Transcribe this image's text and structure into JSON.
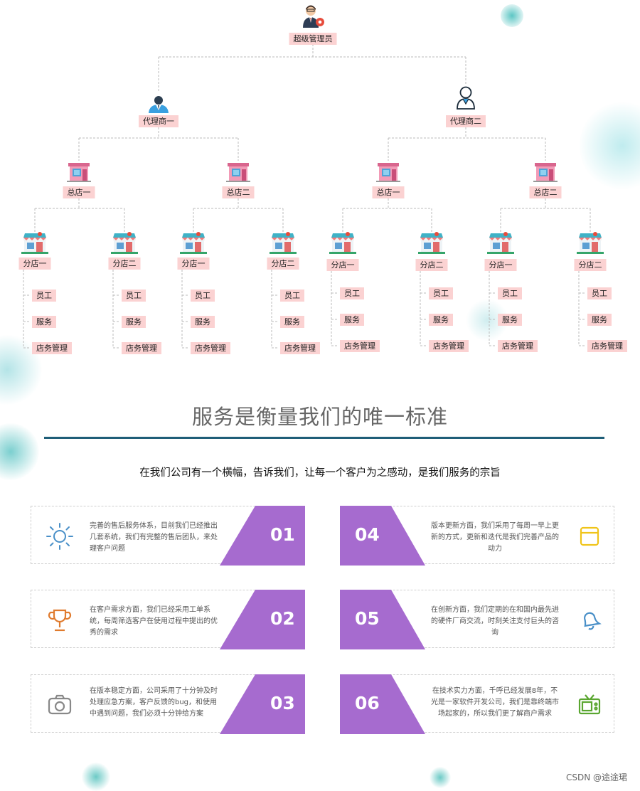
{
  "root": {
    "label": "超级管理员"
  },
  "agents": [
    {
      "label": "代理商一",
      "stores": [
        {
          "label": "总店一",
          "branches": [
            {
              "label": "分店一",
              "leaves": [
                "员工",
                "服务",
                "店务管理"
              ]
            },
            {
              "label": "分店二",
              "leaves": [
                "员工",
                "服务",
                "店务管理"
              ]
            }
          ]
        },
        {
          "label": "总店二",
          "branches": [
            {
              "label": "分店一",
              "leaves": [
                "员工",
                "服务",
                "店务管理"
              ]
            },
            {
              "label": "分店二",
              "leaves": [
                "员工",
                "服务",
                "店务管理"
              ]
            }
          ]
        }
      ]
    },
    {
      "label": "代理商二",
      "stores": [
        {
          "label": "总店一",
          "branches": [
            {
              "label": "分店一",
              "leaves": [
                "员工",
                "服务",
                "店务管理"
              ]
            },
            {
              "label": "分店二",
              "leaves": [
                "员工",
                "服务",
                "店务管理"
              ]
            }
          ]
        },
        {
          "label": "总店二",
          "branches": [
            {
              "label": "分店一",
              "leaves": [
                "员工",
                "服务",
                "店务管理"
              ]
            },
            {
              "label": "分店二",
              "leaves": [
                "员工",
                "服务",
                "店务管理"
              ]
            }
          ]
        }
      ]
    }
  ],
  "title": "服务是衡量我们的唯一标准",
  "subtitle": "在我们公司有一个横幅，告诉我们，让每一个客户为之感动，是我们服务的宗旨",
  "cards": [
    {
      "num": "01",
      "text": "完善的售后服务体系，目前我们已经推出几套系统，我们有完整的售后团队，来处理客户问题",
      "icon": "sun-icon",
      "icon_color": "#4a90c8"
    },
    {
      "num": "02",
      "text": "在客户需求方面，我们已经采用工单系统，每周筛选客户在使用过程中提出的优秀的需求",
      "icon": "trophy-icon",
      "icon_color": "#e07b2e"
    },
    {
      "num": "03",
      "text": "在版本稳定方面，公司采用了十分钟及时处理应急方案，客户反馈的bug，和使用中遇到问题，我们必须十分钟给方案",
      "icon": "camera-icon",
      "icon_color": "#888888"
    },
    {
      "num": "04",
      "text": "版本更新方面，我们采用了每周一早上更新的方式，更新和迭代是我们完善产品的动力",
      "icon": "window-icon",
      "icon_color": "#f0c419"
    },
    {
      "num": "05",
      "text": "在创新方面，我们定期的在和国内最先进的硬件厂商交流，时刻关注支付巨头的咨询",
      "icon": "bell-icon",
      "icon_color": "#4a90c8"
    },
    {
      "num": "06",
      "text": "在技术实力方面，千呼已经发展8年，不光是一家软件开发公司，我们是靠终端市场起家的，所以我们更了解商户需求",
      "icon": "tv-icon",
      "icon_color": "#5aa630"
    }
  ],
  "accent_color": "#a66bcf",
  "watermark": "CSDN @途途珺"
}
